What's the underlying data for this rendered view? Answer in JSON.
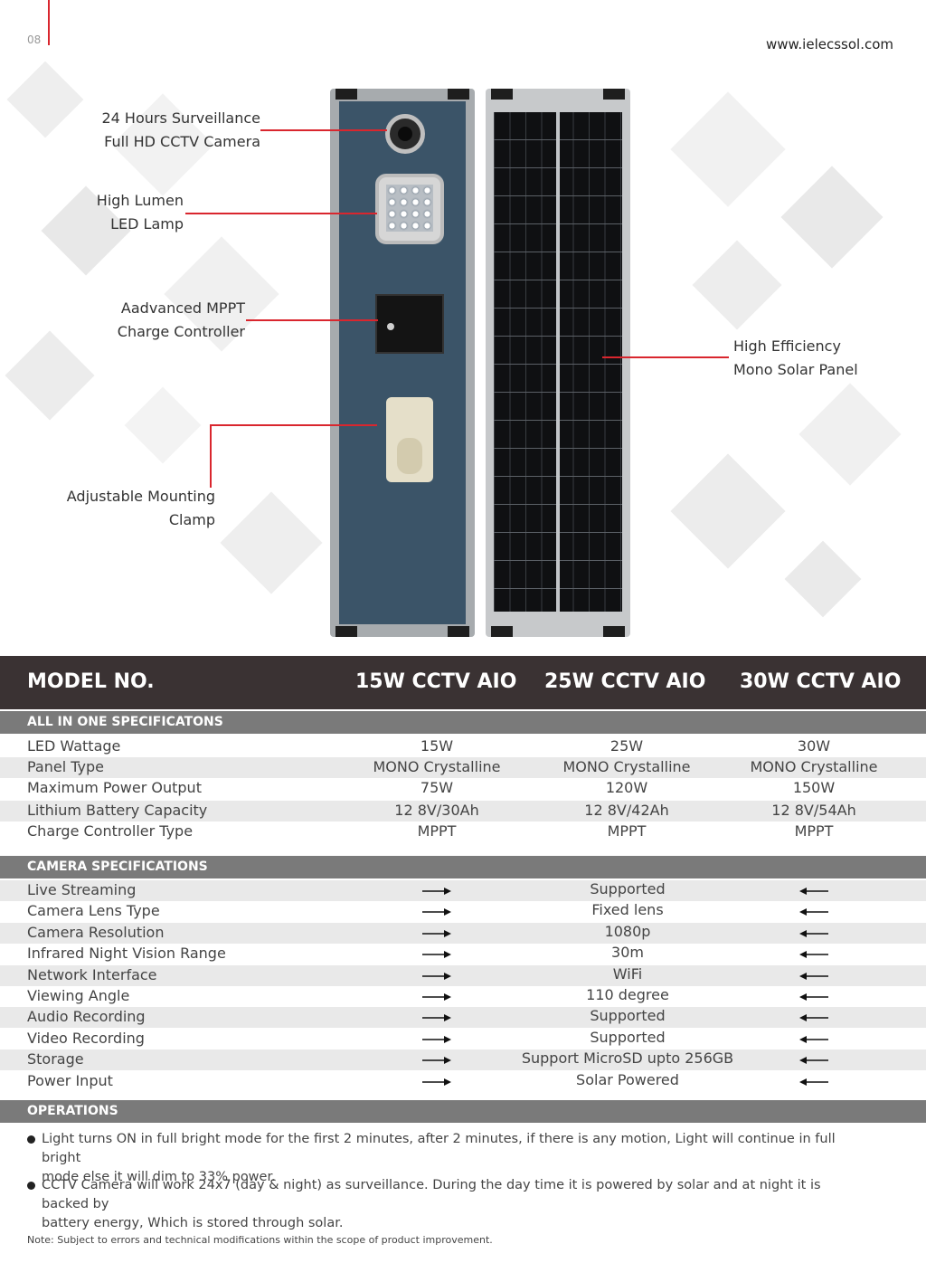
{
  "header": {
    "page_number": "08",
    "website": "www.ielecssol.com"
  },
  "callouts": {
    "camera": [
      "24 Hours Surveillance",
      "Full HD CCTV Camera"
    ],
    "lamp": [
      "High Lumen",
      "LED Lamp"
    ],
    "controller": [
      "Aadvanced MPPT",
      "Charge Controller"
    ],
    "clamp": [
      "Adjustable Mounting",
      "Clamp"
    ],
    "panel": [
      "High Efficiency",
      "Mono Solar Panel"
    ]
  },
  "models": {
    "label": "MODEL NO.",
    "items": [
      "15W CCTV AIO",
      "25W CCTV AIO",
      "30W CCTV AIO"
    ]
  },
  "aio": {
    "title": "ALL IN ONE SPECIFICATONS",
    "rows": [
      {
        "label": "LED Wattage",
        "values": [
          "15W",
          "25W",
          "30W"
        ]
      },
      {
        "label": "Panel Type",
        "values": [
          "MONO Crystalline",
          "MONO Crystalline",
          "MONO Crystalline"
        ]
      },
      {
        "label": "Maximum Power Output",
        "values": [
          "75W",
          "120W",
          "150W"
        ]
      },
      {
        "label": "Lithium Battery Capacity",
        "values": [
          "12 8V/30Ah",
          "12 8V/42Ah",
          "12 8V/54Ah"
        ]
      },
      {
        "label": "Charge Controller Type",
        "values": [
          "MPPT",
          "MPPT",
          "MPPT"
        ]
      }
    ]
  },
  "camera": {
    "title": "CAMERA SPECIFICATIONS",
    "rows": [
      {
        "label": "Live Streaming",
        "value": "Supported"
      },
      {
        "label": "Camera Lens Type",
        "value": "Fixed lens"
      },
      {
        "label": "Camera Resolution",
        "value": "1080p"
      },
      {
        "label": "Infrared Night Vision Range",
        "value": "30m"
      },
      {
        "label": "Network Interface",
        "value": "WiFi"
      },
      {
        "label": "Viewing Angle",
        "value": "110 degree"
      },
      {
        "label": "Audio Recording",
        "value": "Supported"
      },
      {
        "label": "Video Recording",
        "value": "Supported"
      },
      {
        "label": "Storage",
        "value": "Support MicroSD upto 256GB"
      },
      {
        "label": "Power Input",
        "value": "Solar Powered"
      }
    ]
  },
  "operations": {
    "title": "OPERATIONS",
    "bullets": [
      [
        "Light turns ON in full bright mode for the first 2 minutes, after 2 minutes, if there is any motion, Light will continue in full bright",
        "mode else it will dim to 33% power."
      ],
      [
        "CCTV Camera will work 24x7 (day & night) as surveillance. During  the day time it is powered by solar and at night it is backed by",
        "battery energy, Which is stored through solar."
      ]
    ]
  },
  "note": "Note: Subject to errors and technical modifications within the scope of product improvement.",
  "colors": {
    "accent_red": "#d9262e",
    "model_bar": "#3a3233",
    "section_head": "#7a7a7a",
    "panel_blue": "#3b5468"
  }
}
